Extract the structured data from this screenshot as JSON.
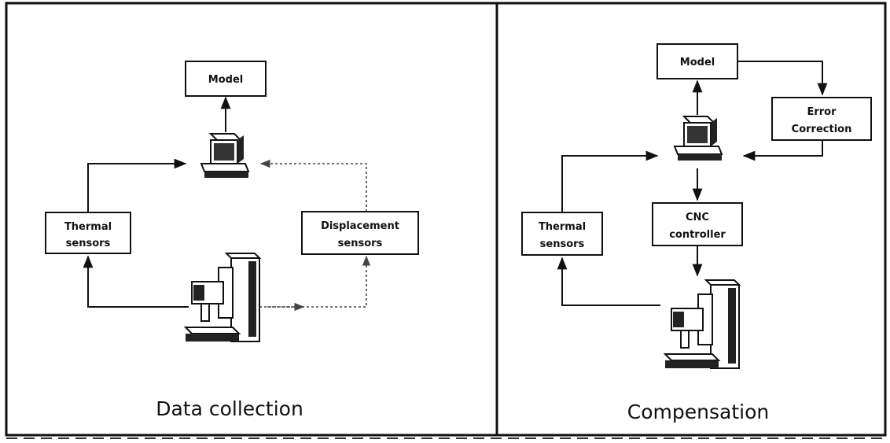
{
  "left_panel": {
    "caption": "Data collection",
    "model_label": "Model",
    "thermal_line1": "Thermal",
    "thermal_line2": "sensors",
    "disp_line1": "Displacement",
    "disp_line2": "sensors",
    "computer_icon": "computer-icon",
    "machine_icon": "milling-machine-icon"
  },
  "right_panel": {
    "caption": "Compensation",
    "model_label": "Model",
    "error_line1": "Error",
    "error_line2": "Correction",
    "thermal_line1": "Thermal",
    "thermal_line2": "sensors",
    "cnc_line1": "CNC",
    "cnc_line2": "controller",
    "computer_icon": "computer-icon",
    "machine_icon": "milling-machine-icon"
  },
  "colors": {
    "ink": "#111111",
    "background": "#ffffff"
  }
}
